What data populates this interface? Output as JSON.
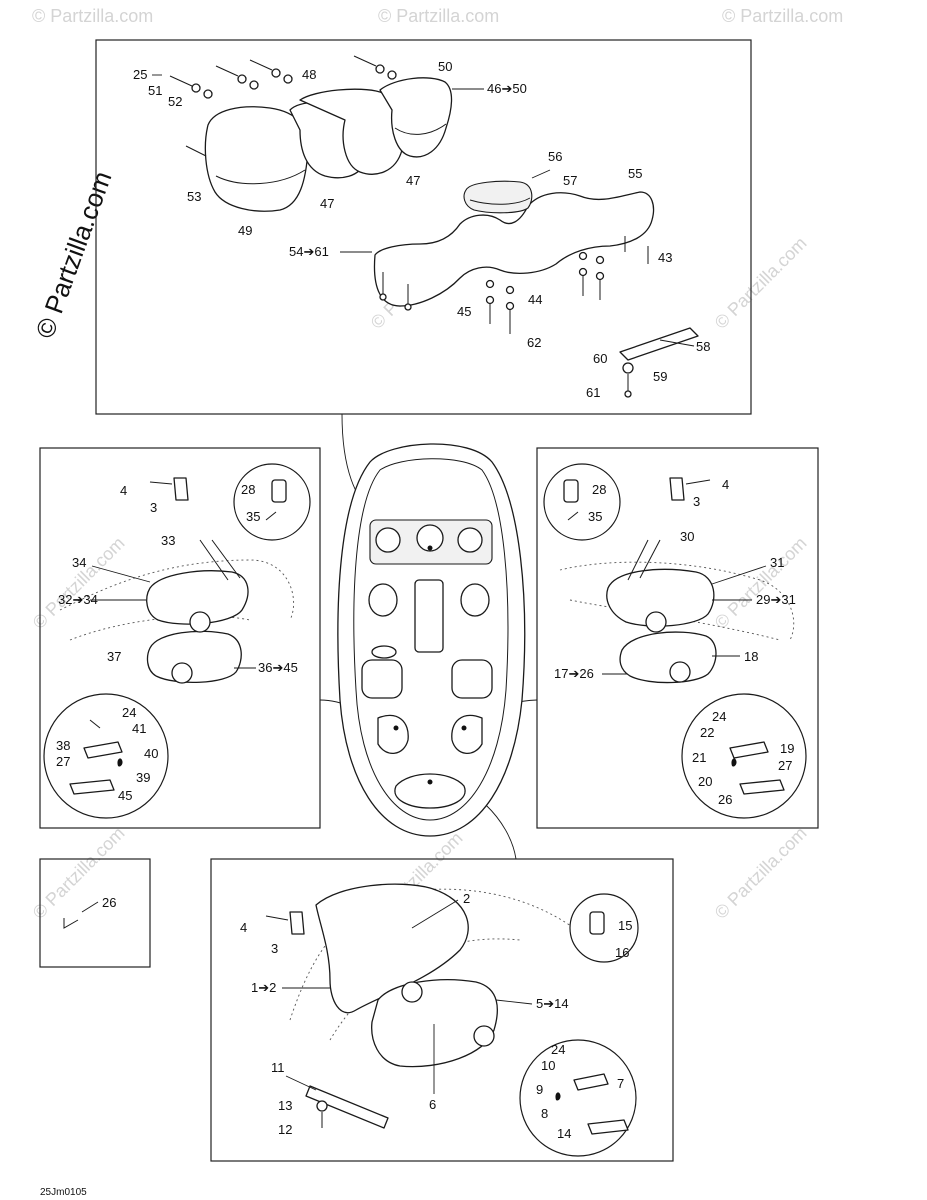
{
  "watermark": {
    "brand": "© Partzilla.com"
  },
  "figure_code": "25Jm0105",
  "callouts": {
    "top": [
      "25",
      "51",
      "52",
      "53",
      "49",
      "48",
      "47",
      "47",
      "50",
      "46➔50",
      "56",
      "57",
      "55",
      "54➔61",
      "43",
      "44",
      "45",
      "62",
      "58",
      "60",
      "59",
      "61"
    ],
    "left": [
      "4",
      "3",
      "28",
      "35",
      "33",
      "34",
      "32➔34",
      "37",
      "36➔45",
      "24",
      "41",
      "38",
      "40",
      "27",
      "39",
      "45"
    ],
    "right": [
      "4",
      "3",
      "28",
      "35",
      "30",
      "31",
      "29➔31",
      "18",
      "17➔26",
      "24",
      "22",
      "19",
      "21",
      "27",
      "20",
      "26"
    ],
    "small": [
      "26"
    ],
    "bottom": [
      "2",
      "4",
      "3",
      "15",
      "16",
      "1➔2",
      "5➔14",
      "6",
      "11",
      "13",
      "12",
      "24",
      "10",
      "7",
      "9",
      "8",
      "14"
    ]
  }
}
